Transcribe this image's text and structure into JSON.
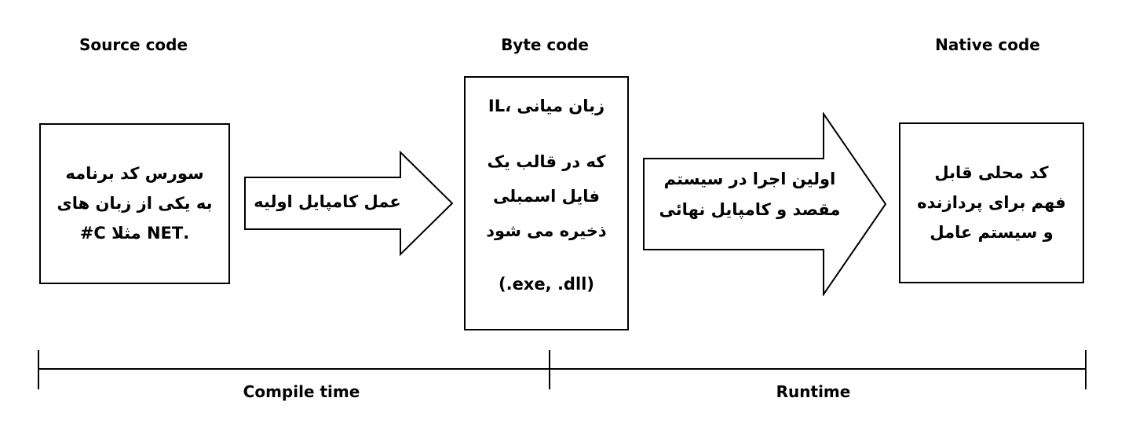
{
  "headings": {
    "source": "Source code",
    "byte": "Byte code",
    "native": "Native code"
  },
  "source_box": {
    "line1": "سورس کد برنامه",
    "line2": "به یکی از زبان های",
    "line3": ".NET مثلا C#"
  },
  "arrow1": {
    "label": "عمل کامپایل اولیه"
  },
  "byte_box": {
    "line1": "IL، زبان میانی",
    "line2": "که در قالب یک",
    "line3": "فایل اسمبلی",
    "line4": "ذخیره می شود",
    "line5": "(.exe, .dll)"
  },
  "arrow2": {
    "line1": "اولین اجرا در سیستم",
    "line2": "مقصد و کامپایل نهائی"
  },
  "native_box": {
    "line1": "کد محلی قابل",
    "line2": "فهم برای پردازنده",
    "line3": "و سیستم عامل"
  },
  "timeline": {
    "compile": "Compile time",
    "runtime": "Runtime"
  }
}
